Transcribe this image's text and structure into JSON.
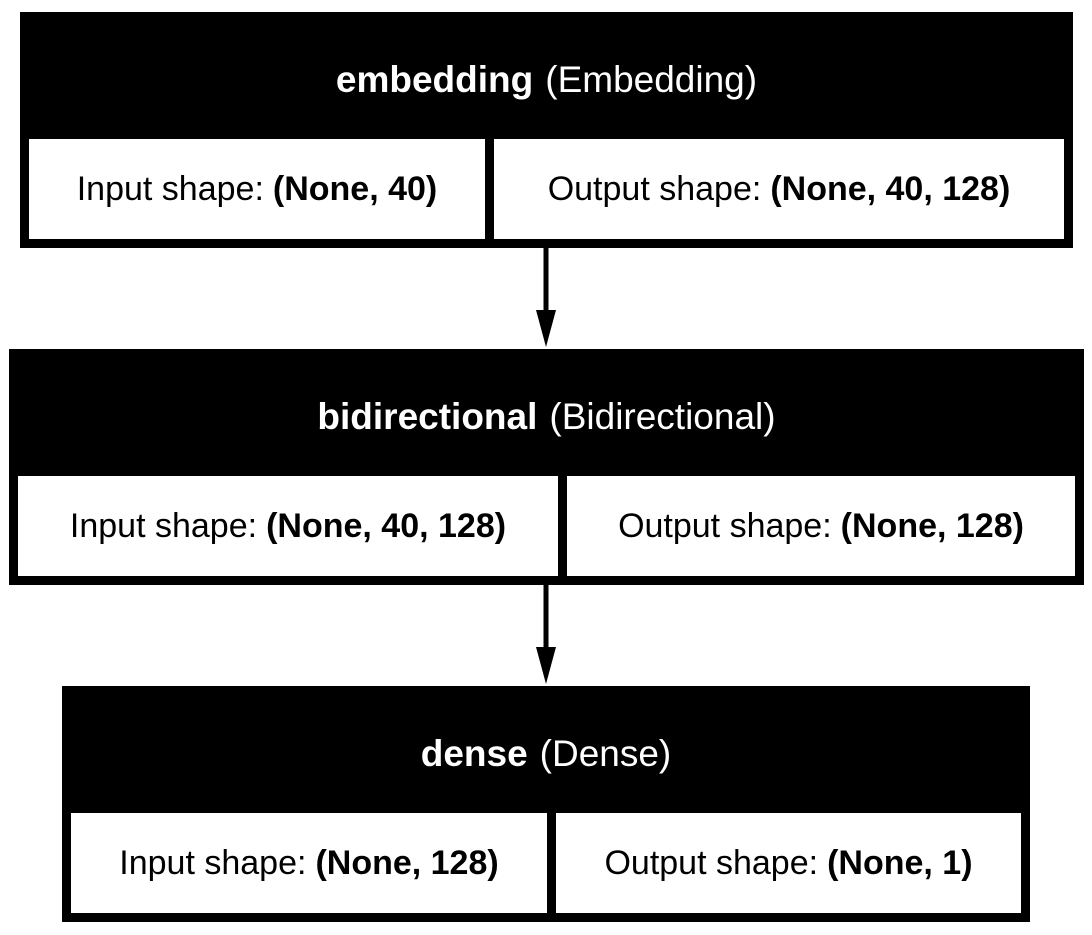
{
  "layers": [
    {
      "name": "embedding",
      "type": "(Embedding)",
      "input_label": "Input shape:",
      "input_value": "(None, 40)",
      "output_label": "Output shape:",
      "output_value": "(None, 40, 128)"
    },
    {
      "name": "bidirectional",
      "type": "(Bidirectional)",
      "input_label": "Input shape:",
      "input_value": "(None, 40, 128)",
      "output_label": "Output shape:",
      "output_value": "(None, 128)"
    },
    {
      "name": "dense",
      "type": "(Dense)",
      "input_label": "Input shape:",
      "input_value": "(None, 128)",
      "output_label": "Output shape:",
      "output_value": "(None, 1)"
    }
  ],
  "colors": {
    "node_fill": "#000000",
    "header_text": "#ffffff",
    "cell_fill": "#ffffff",
    "edge": "#000000"
  }
}
